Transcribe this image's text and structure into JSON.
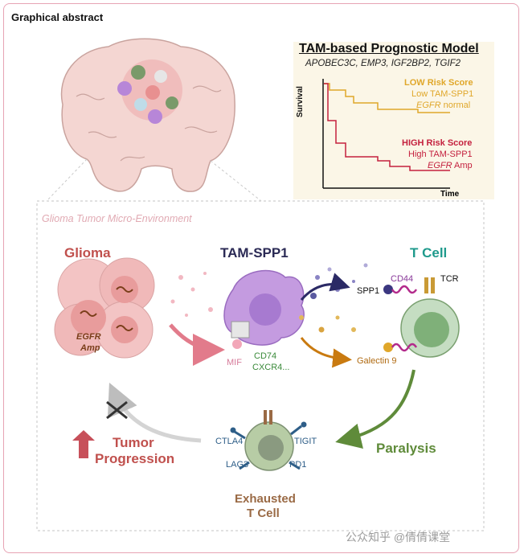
{
  "header": {
    "title": "Graphical abstract"
  },
  "model": {
    "title": "TAM-based Prognostic Model",
    "genes": "APOBEC3C, EMP3, IGF2BP2, TGIF2",
    "y_axis": "Survival",
    "x_axis": "Time",
    "low": {
      "title": "LOW Risk Score",
      "line1": "Low TAM-SPP1",
      "line2_italic": "EGFR",
      "line2_rest": " normal"
    },
    "high": {
      "title": "HIGH Risk Score",
      "line1": "High TAM-SPP1",
      "line2_italic": "EGFR",
      "line2_rest": " Amp"
    }
  },
  "environment": {
    "label": "Glioma Tumor Micro-Environment",
    "glioma": {
      "title": "Glioma",
      "egfr": "EGFR",
      "amp": "Amp"
    },
    "tam": {
      "title": "TAM-SPP1",
      "mif": "MIF",
      "cd74": "CD74",
      "cxcr4": "CXCR4...",
      "spp1": "SPP1",
      "galectin": "Galectin 9"
    },
    "tcell": {
      "title": "T Cell",
      "cd44": "CD44",
      "tcr": "TCR"
    },
    "paralysis": "Paralysis",
    "tumor": {
      "line1": "Tumor",
      "line2": "Progression"
    },
    "exhausted": {
      "line1": "Exhausted",
      "line2": "T Cell",
      "ctla4": "CTLA4",
      "tigit": "TIGIT",
      "lag3": "LAG3",
      "pd1": "PD1"
    }
  },
  "watermark": "公众知乎 @倩倩课堂",
  "colors": {
    "frame": "#e7a3b4",
    "glioma": "#c0504d",
    "tam": "#2b2a55",
    "tcell": "#1f9a8c",
    "paralysis": "#5f8b3a",
    "tumor": "#c0504d",
    "exhausted": "#9a6a45",
    "low": "#e0a72a",
    "high": "#c4203e"
  }
}
